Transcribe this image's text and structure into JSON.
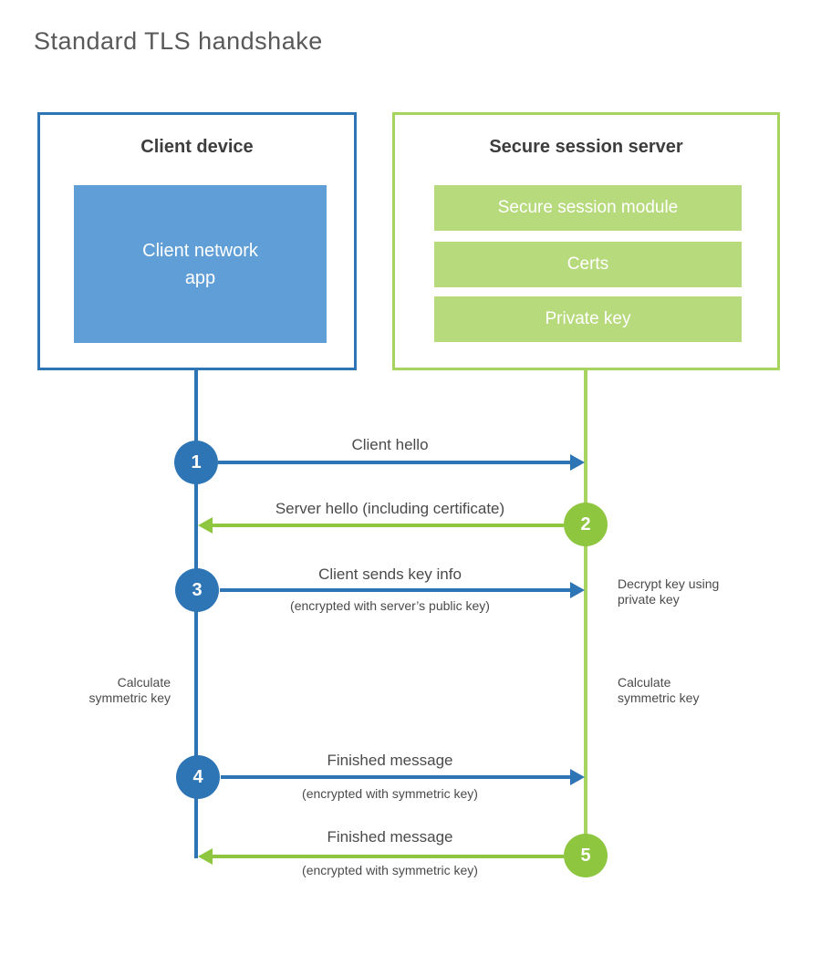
{
  "title": "Standard TLS handshake",
  "colors": {
    "blue": "#2e75b6",
    "blue_fill": "#5f9ed6",
    "green_border": "#a6d45f",
    "green_fill": "#b7da7c",
    "green_badge": "#8ec640",
    "text_dark": "#3d3d3d",
    "text_label": "#4a4a4a"
  },
  "client": {
    "title": "Client device",
    "app_label": "Client network\napp"
  },
  "server": {
    "title": "Secure session server",
    "modules": [
      "Secure session module",
      "Certs",
      "Private key"
    ]
  },
  "steps": [
    {
      "num": "1",
      "label": "Client hello",
      "sub": "",
      "direction": "client-to-server"
    },
    {
      "num": "2",
      "label": "Server hello (including certificate)",
      "sub": "",
      "direction": "server-to-client"
    },
    {
      "num": "3",
      "label": "Client sends key info",
      "sub": "(encrypted with server’s public key)",
      "direction": "client-to-server"
    },
    {
      "num": "4",
      "label": "Finished message",
      "sub": "(encrypted with symmetric key)",
      "direction": "client-to-server"
    },
    {
      "num": "5",
      "label": "Finished message",
      "sub": "(encrypted with symmetric key)",
      "direction": "server-to-client"
    }
  ],
  "notes": {
    "decrypt": "Decrypt key using\nprivate key",
    "calc_left": "Calculate\nsymmetric key",
    "calc_right": "Calculate\nsymmetric key"
  }
}
